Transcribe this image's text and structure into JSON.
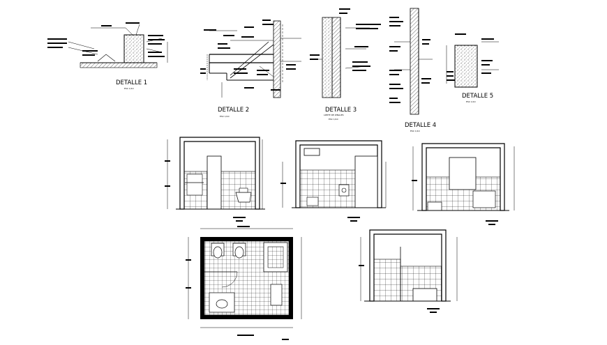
{
  "drawing": {
    "details": [
      {
        "title": "DETALLE 1",
        "scale": "ESC 1/10"
      },
      {
        "title": "DETALLE 2",
        "scale": "ESC 1/10"
      },
      {
        "title": "DETALLE 3",
        "scale": "ESC 1/10",
        "subtitle": "LIMITE DE ZINALES"
      },
      {
        "title": "DETALLE 4",
        "scale": "ESC 1/10"
      },
      {
        "title": "DETALLE 5",
        "scale": "ESC 1/10"
      }
    ]
  }
}
